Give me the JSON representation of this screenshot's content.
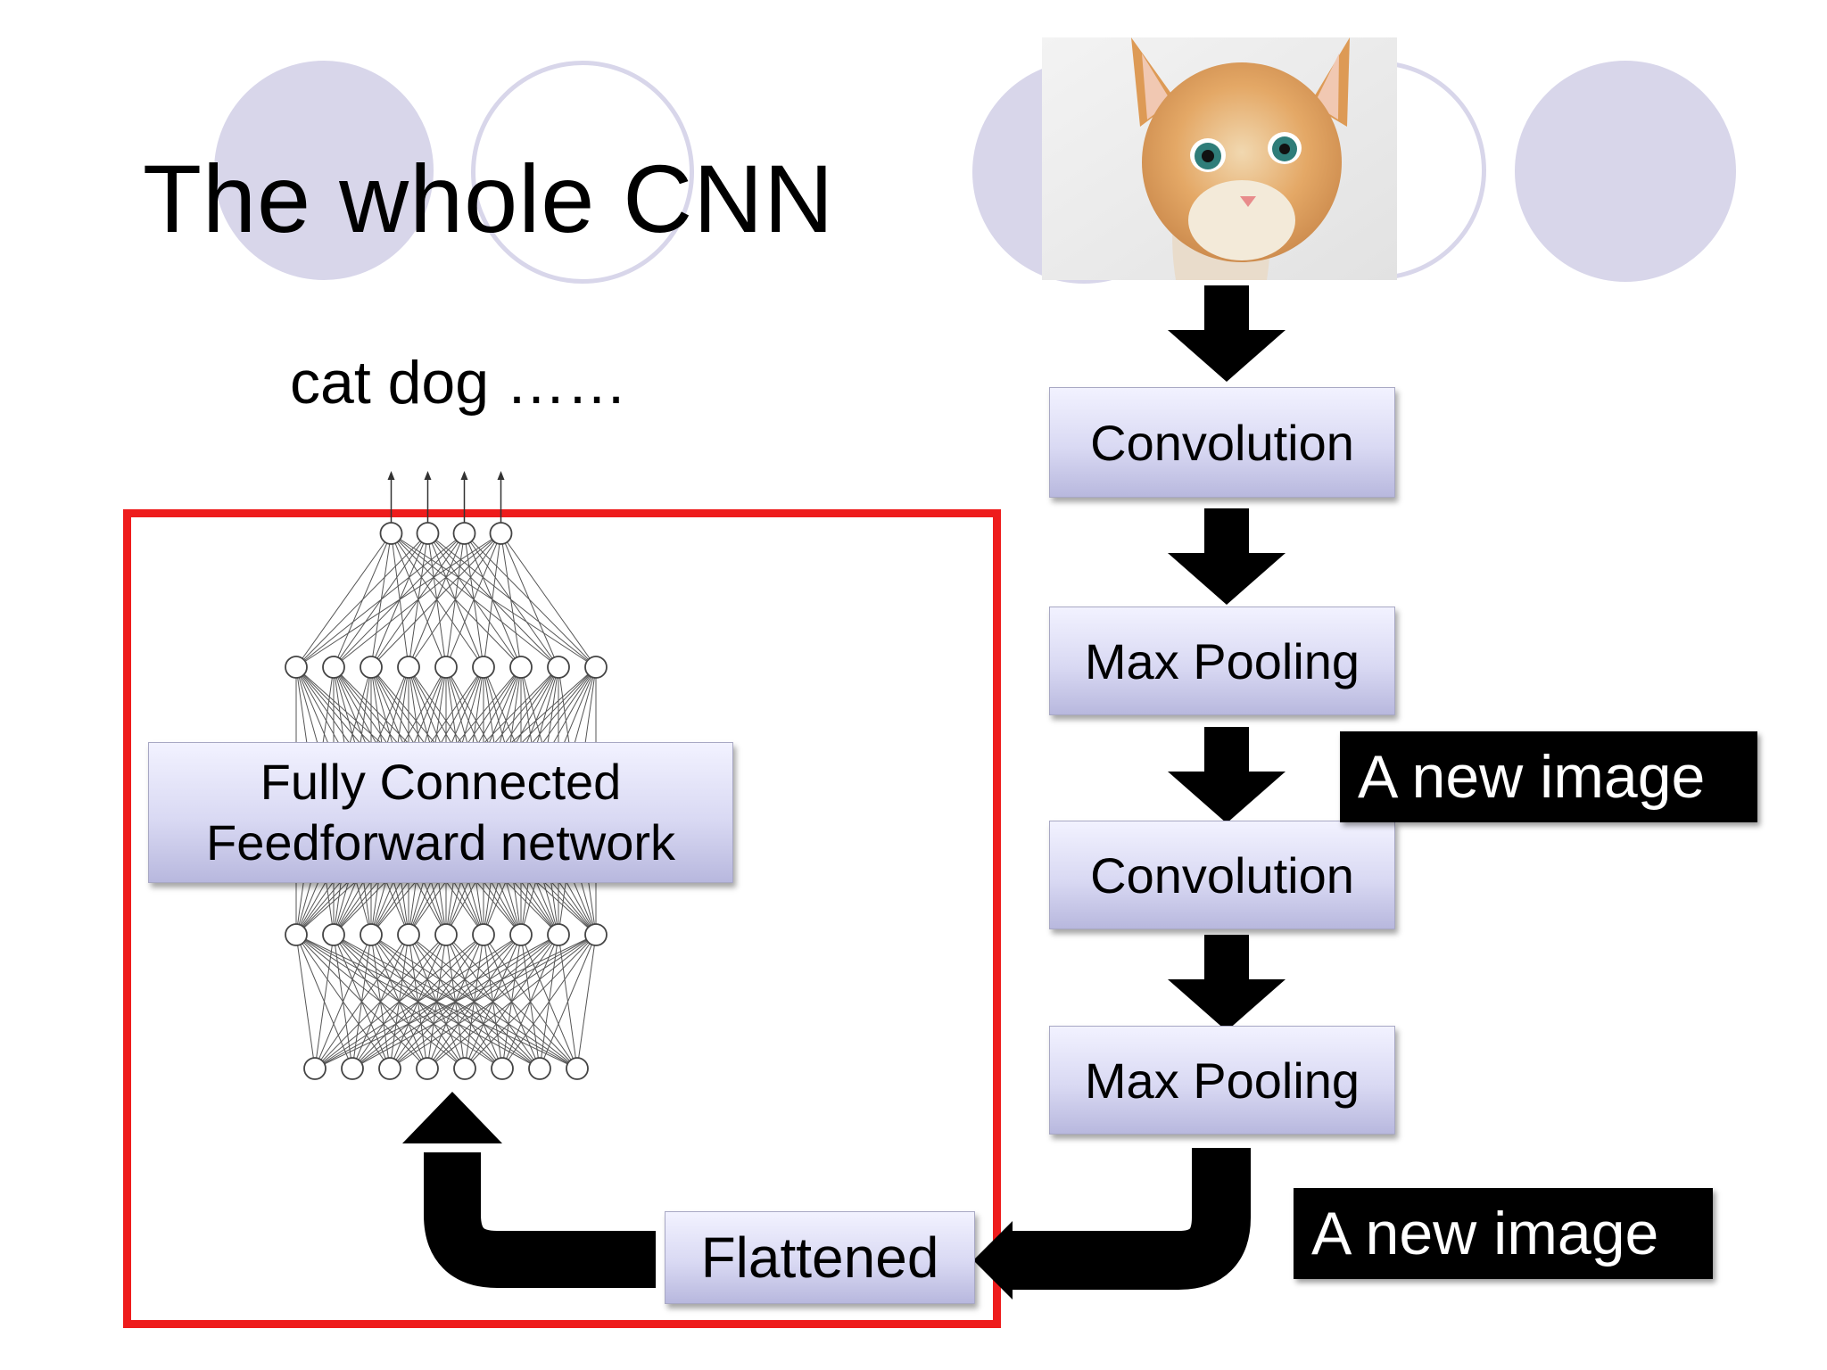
{
  "title": "The whole CNN",
  "outputs_label": "cat dog ……",
  "pipeline": {
    "conv1": "Convolution",
    "pool1": "Max Pooling",
    "conv2": "Convolution",
    "pool2": "Max Pooling",
    "flattened": "Flattened"
  },
  "annotations": {
    "new_image_1": "A new image",
    "new_image_2": "A new image"
  },
  "fc_block": {
    "line1": "Fully Connected",
    "line2": "Feedforward network"
  },
  "colors": {
    "highlight_frame": "#ee1c1c",
    "block_fill": "#d9d9f3",
    "decor_circle": "#d8d6ea",
    "label_background": "#000000"
  },
  "input_image": "cat-photo",
  "network_layers": [
    4,
    9,
    9,
    8
  ]
}
